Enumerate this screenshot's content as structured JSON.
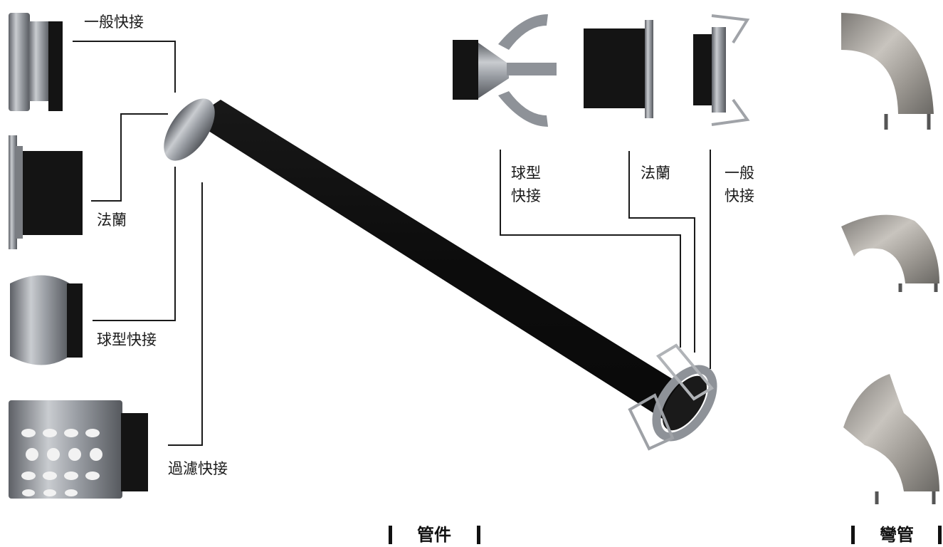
{
  "left_labels": {
    "general": "一般快接",
    "flange": "法蘭",
    "ball": "球型快接",
    "filter": "過濾快接"
  },
  "top_labels": {
    "ball_line1": "球型",
    "ball_line2": "快接",
    "flange": "法蘭",
    "general_line1": "一般",
    "general_line2": "快接"
  },
  "captions": {
    "fittings": "管件",
    "elbow": "彎管"
  },
  "colors": {
    "hose": "#111111",
    "metal": "#8e9298",
    "line": "#1a1a1a",
    "elbow_tint": "#a8a29a"
  }
}
